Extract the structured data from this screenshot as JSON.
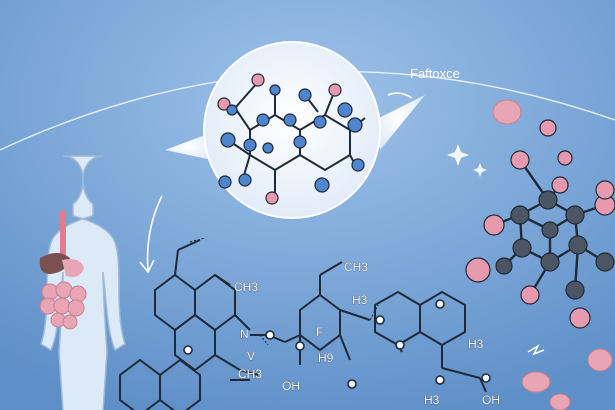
{
  "labels": {
    "top_word": "Faftoxce",
    "ch3_left": "CH3",
    "ch3_right": "CH3",
    "ch3_lower": "CH3",
    "h3_mid": "H3",
    "h9_mid": "H9",
    "f_mid": "F",
    "oh_left": "OH",
    "oh_right": "OH",
    "h3_right": "H3",
    "h3_bottom": "H3",
    "v_mark": "V",
    "n_mark": "N"
  },
  "colors": {
    "background": "#6f9fd3",
    "panel": "#e9f2fb",
    "bond": "#1e2a38",
    "atom_blue": "#4d86cf",
    "atom_pink": "#e79aae",
    "atom_grey": "#4b5563",
    "organ_pink": "#e8a6b4",
    "liver": "#7a5050"
  },
  "icons": {
    "body": "human-body-icon",
    "molecule": "molecule-icon",
    "arrow": "curved-arrow-icon"
  }
}
